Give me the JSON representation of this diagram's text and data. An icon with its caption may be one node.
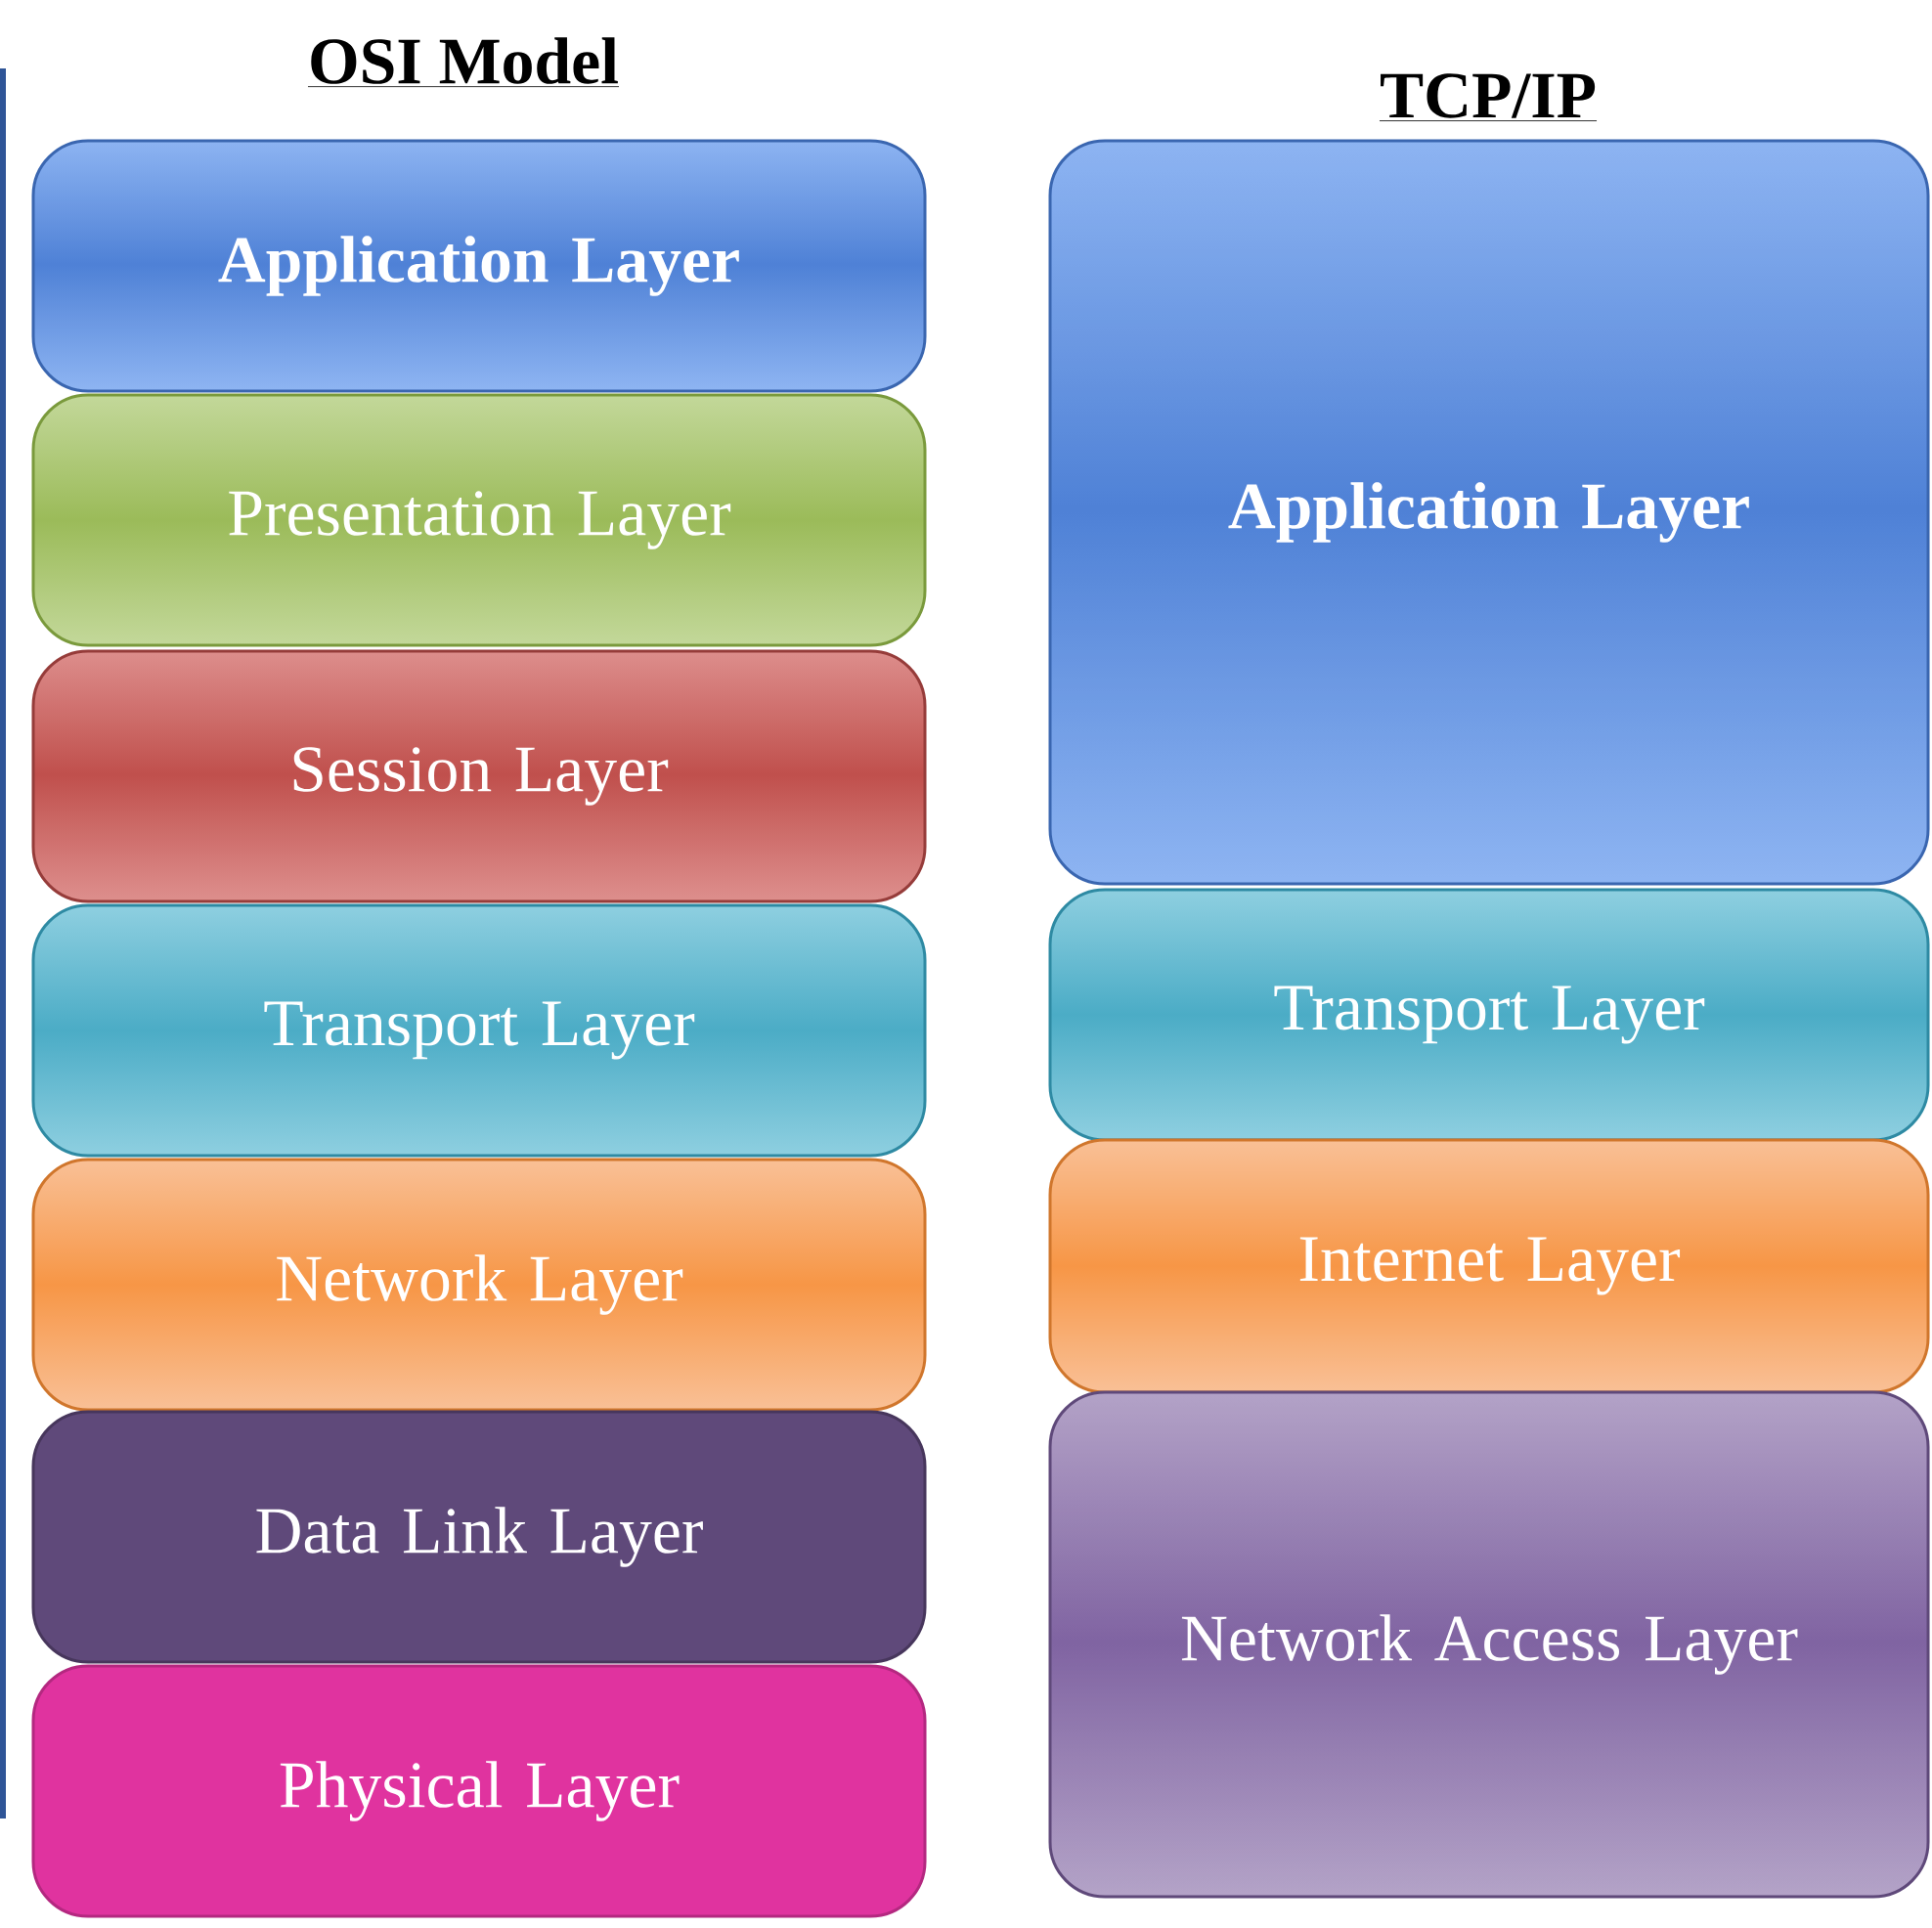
{
  "diagram": {
    "nodes": [
      {
        "text": [
          "Application Layer"
        ]
      },
      {
        "text": [
          "Presentation Layer"
        ]
      },
      {
        "text": [
          "Session Layer"
        ]
      },
      {
        "text": [
          "Transport Layer"
        ]
      },
      {
        "text": [
          "Network Layer"
        ]
      },
      {
        "text": [
          "Data Link Layer"
        ]
      },
      {
        "text": [
          "Physical Layer"
        ]
      },
      {
        "text": [
          "Application Layer"
        ]
      },
      {
        "text": [
          "Transport Layer"
        ]
      },
      {
        "text": [
          "Internet Layer"
        ]
      },
      {
        "text": [
          "Network Access Layer"
        ]
      }
    ],
    "labels": [
      "OSI Model",
      "TCP/IP"
    ]
  }
}
